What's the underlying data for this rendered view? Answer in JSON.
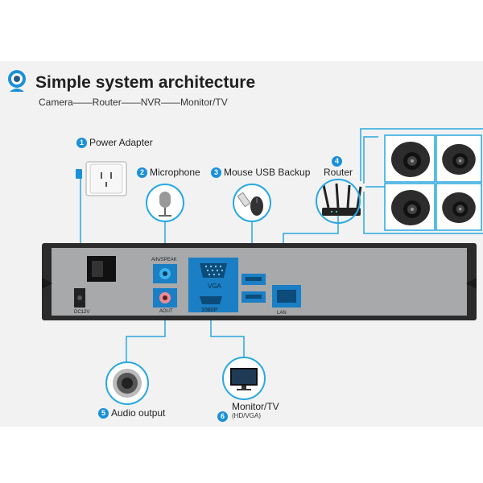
{
  "header": {
    "title": "Simple system architecture",
    "subtitle": "Camera——Router——NVR——Monitor/TV"
  },
  "components": [
    {
      "number": "1",
      "label": "Power Adapter",
      "icon": "wall-socket-icon"
    },
    {
      "number": "2",
      "label": "Microphone",
      "icon": "microphone-icon"
    },
    {
      "number": "3",
      "label": "Mouse USB Backup",
      "icon": "usb-mouse-icon"
    },
    {
      "number": "4",
      "label": "Router",
      "icon": "router-icon"
    },
    {
      "number": "5",
      "label": "Audio output",
      "icon": "audio-jack-icon"
    },
    {
      "number": "6",
      "label": "Monitor/TV",
      "sublabel": "(HD/VGA)",
      "icon": "monitor-icon"
    }
  ],
  "nvr_ports": {
    "power": "DC12V",
    "ain": "AIN/SPEAK",
    "aout": "AOUT",
    "vga": "VGA",
    "hdmi": "1080P",
    "lan": "LAN"
  },
  "cameras": [
    "dome-camera-icon",
    "dome-camera-icon",
    "dome-camera-icon",
    "dome-camera-icon"
  ],
  "colors": {
    "accent": "#1a90d9",
    "line": "#29a8e0",
    "nvr_body": "#2b2b2b",
    "nvr_panel": "#a7a9ab"
  }
}
